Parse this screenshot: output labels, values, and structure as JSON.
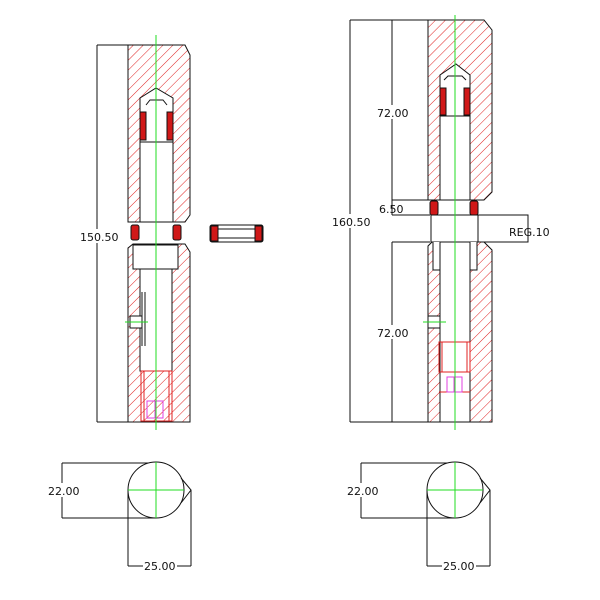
{
  "drawing": {
    "colors": {
      "outline": "#111111",
      "hatch": "#e02020",
      "centerline": "#22dd22",
      "thread": "#d01818",
      "highlight": "#e040e0"
    },
    "left_view": {
      "overall_length": "150.50"
    },
    "right_view": {
      "overall_length": "160.50",
      "upper_length": "72.00",
      "gap": "6.50",
      "lower_length": "72.00",
      "reg_label": "REG.10"
    },
    "left_end_view": {
      "height": "22.00",
      "width": "25.00"
    },
    "right_end_view": {
      "height": "22.00",
      "width": "25.00"
    }
  }
}
